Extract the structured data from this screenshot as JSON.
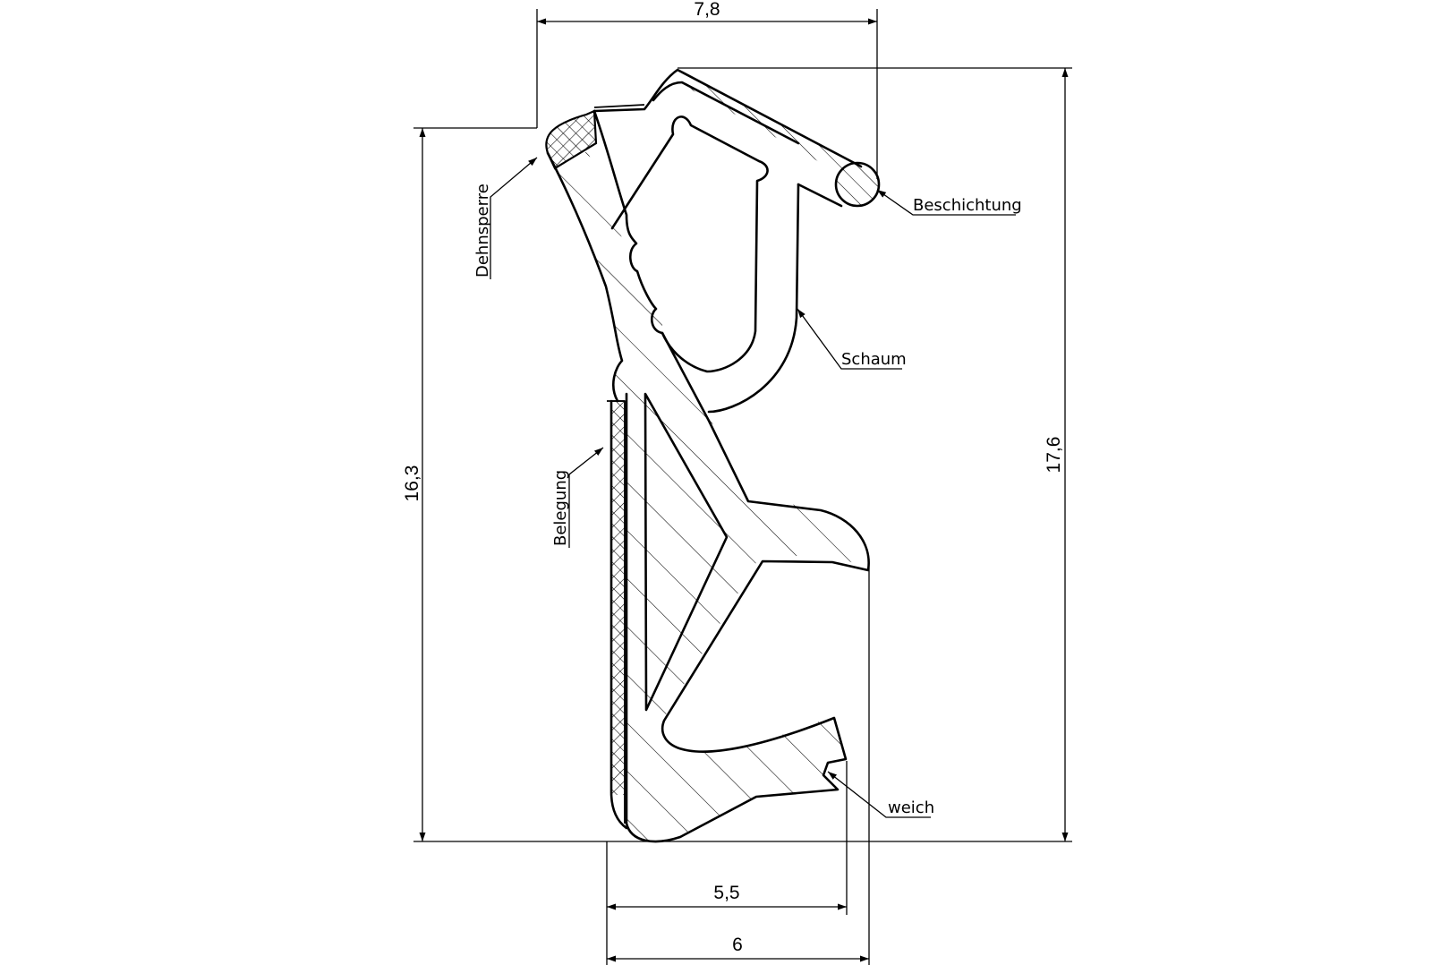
{
  "dimensions": {
    "top_width": "7,8",
    "left_height": "16,3",
    "right_height": "17,6",
    "bottom_inner_width": "5,5",
    "bottom_outer_width": "6"
  },
  "labels": {
    "dehnsperre": "Dehnsperre",
    "beschichtung": "Beschichtung",
    "schaum": "Schaum",
    "belegung": "Belegung",
    "weich": "weich"
  }
}
